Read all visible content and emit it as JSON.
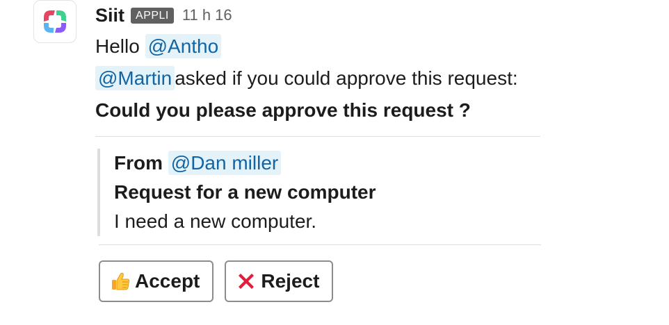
{
  "message": {
    "sender": "Siit",
    "badge": "APPLI",
    "time": "11 h 16",
    "greeting": "Hello",
    "recipient_mention": "@Antho",
    "requester_mention": "@Martin",
    "request_text": "asked if you could approve this request:",
    "question": "Could you please approve this request ?"
  },
  "quote": {
    "from_label": "From",
    "from_mention": "@Dan miller",
    "title": "Request for a new computer",
    "description": "I need a new computer."
  },
  "actions": {
    "accept_label": "Accept",
    "reject_label": "Reject"
  },
  "icons": {
    "avatar": "siit-logo-icon",
    "accept": "thumbs-up-icon",
    "reject": "red-x-icon"
  },
  "colors": {
    "mention_text": "#1264a3",
    "badge_bg": "#616061",
    "reject_x": "#e01e3c"
  }
}
